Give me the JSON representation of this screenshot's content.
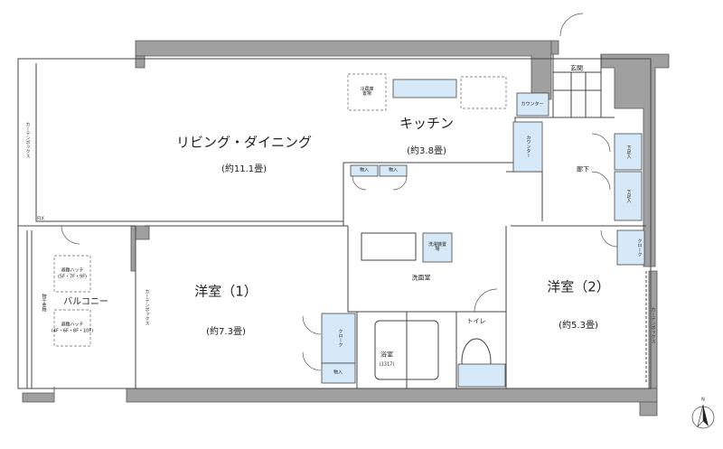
{
  "colors": {
    "wall": "#a0a0a0",
    "fixture": "#d6e9f8",
    "line": "#333333"
  },
  "rooms": {
    "ldk": {
      "name": "リビング・ダイニング",
      "area": "(約11.1畳)"
    },
    "kitchen": {
      "name": "キッチン",
      "area": "(約3.8畳)"
    },
    "entrance": {
      "name": "玄関"
    },
    "hallway": {
      "name": "廊下"
    },
    "room1": {
      "name": "洋室（1）",
      "area": "(約7.3畳)"
    },
    "room2": {
      "name": "洋室（2）",
      "area": "(約5.3畳)"
    },
    "washroom": {
      "name": "洗面室"
    },
    "bathroom": {
      "name": "浴室",
      "size": "(1317)"
    },
    "toilet": {
      "name": "トイレ"
    },
    "balcony": {
      "name": "バルコニー"
    }
  },
  "fixtures": {
    "fridge": "冷蔵庫置場",
    "counter_top": "カウンター",
    "counter_side": "カウンター",
    "storage1": "物入",
    "storage2": "物入",
    "storage3": "物入",
    "shoe1": "下足入",
    "shoe2": "下足入",
    "washer": "洗濯機置場",
    "cloak1": "クローク",
    "cloak2": "クローク",
    "hatch1": "避難ハッチ",
    "hatch1_floors": "(5F・7F・9F)",
    "hatch2": "避難ハッチ",
    "hatch2_floors": "(4F・6F・8F・10F)",
    "railing": "物干金物",
    "curtain1": "カーテンボックス",
    "curtain2": "カーテンボックス",
    "curtain3": "カーテンボックス",
    "fix": "FIX"
  },
  "compass": {
    "label": "N"
  }
}
